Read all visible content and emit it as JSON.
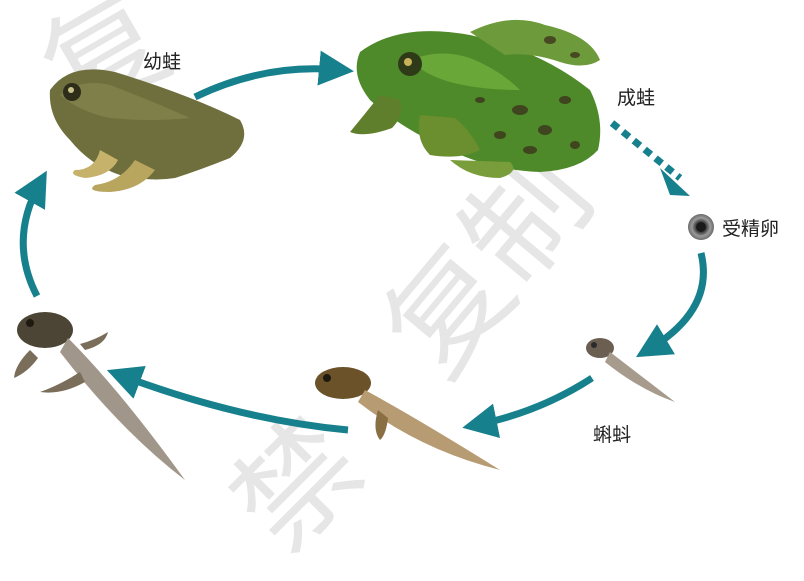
{
  "watermark": {
    "top": "复",
    "middle": "复制",
    "bottom": "禁"
  },
  "stages": {
    "froglet": "幼蛙",
    "adult_frog": "成蛙",
    "fertilized_egg": "受精卵",
    "tadpole": "蝌蚪"
  },
  "colors": {
    "arrow": "#17808d",
    "frog_green": "#4f8a2a",
    "froglet_olive": "#6e6f3c",
    "tadpole_brown": "#8a6f45"
  }
}
